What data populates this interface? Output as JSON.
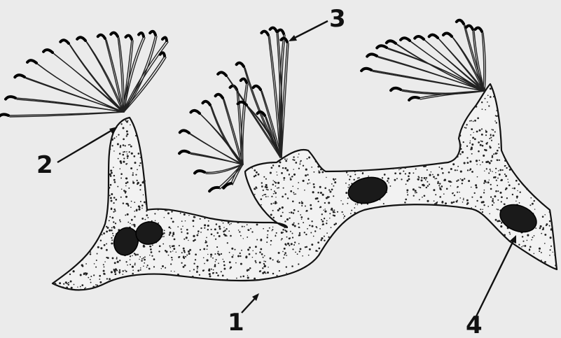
{
  "labels": {
    "label_1": "1",
    "label_2": "2",
    "label_3": "3",
    "label_4": "4"
  },
  "colors": {
    "background": "#ebebeb",
    "ink": "#111111",
    "nucleus": "#1a1a1a"
  }
}
